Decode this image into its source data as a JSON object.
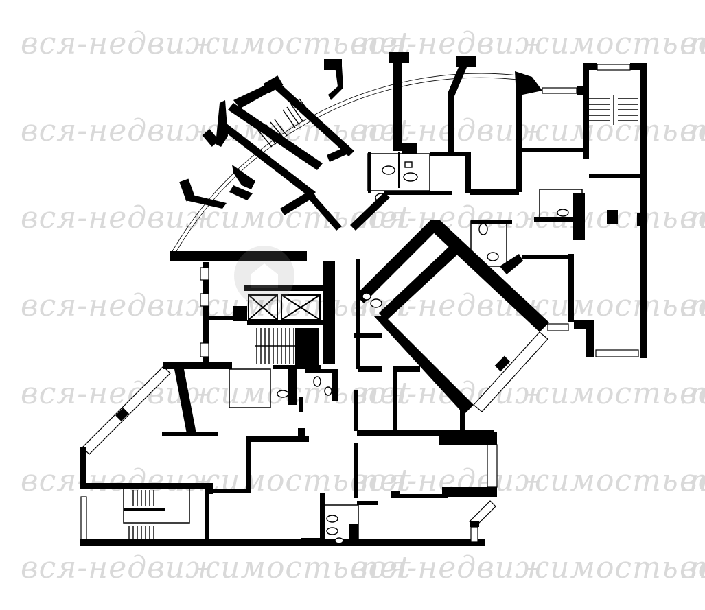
{
  "watermark": {
    "text": "вся-недвижимость.net",
    "color": "#d9d9d9"
  },
  "plan": {
    "background": "#ffffff",
    "wall_color": "#000000",
    "fixtures": [
      "toilet",
      "sink",
      "stairs",
      "elevator",
      "window"
    ]
  }
}
